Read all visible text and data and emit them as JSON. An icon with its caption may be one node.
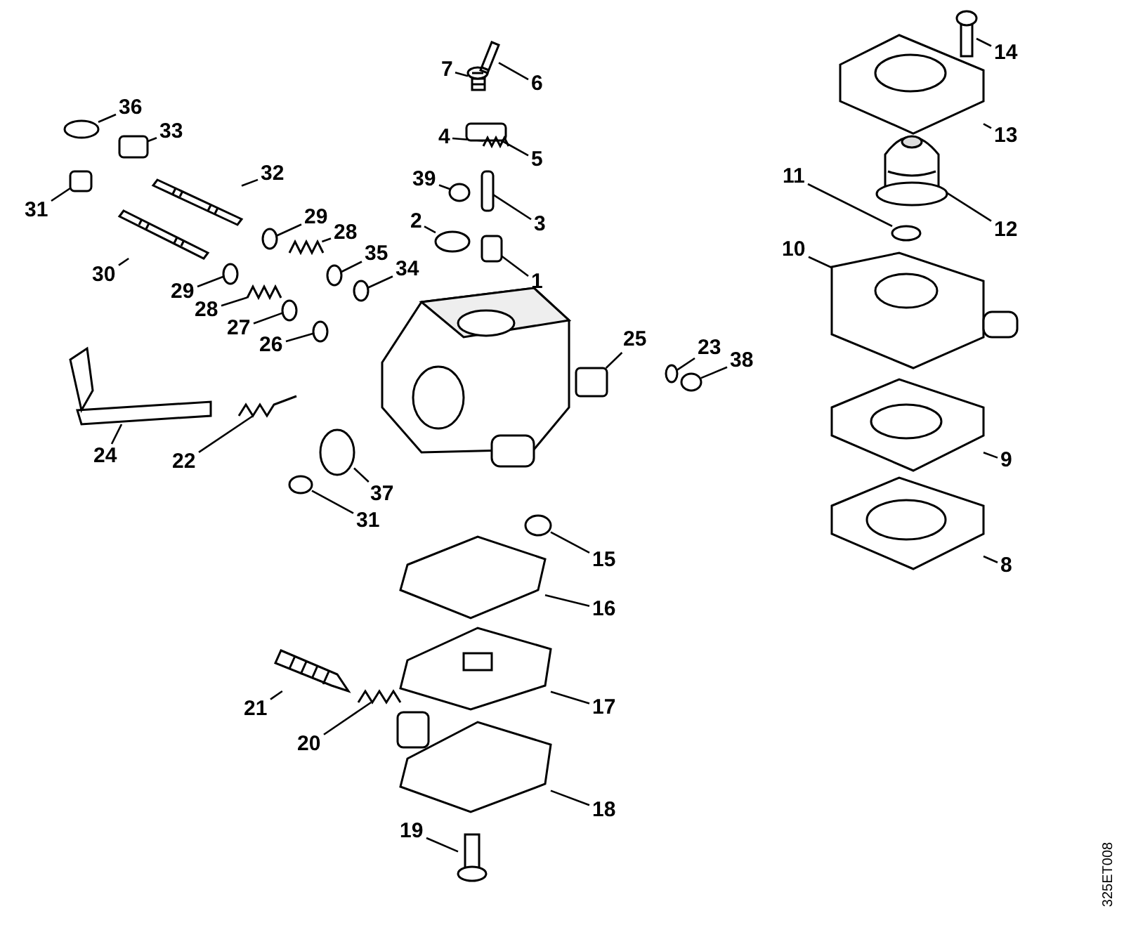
{
  "diagram": {
    "nodes": [
      {
        "text": [
          "7"
        ]
      },
      {
        "text": [
          "6"
        ]
      },
      {
        "text": [
          "5"
        ]
      },
      {
        "text": [
          "4"
        ]
      },
      {
        "text": [
          "39"
        ]
      },
      {
        "text": [
          "3"
        ]
      },
      {
        "text": [
          "2"
        ]
      },
      {
        "text": [
          "1"
        ]
      },
      {
        "text": [
          "36"
        ]
      },
      {
        "text": [
          "33"
        ]
      },
      {
        "text": [
          "32"
        ]
      },
      {
        "text": [
          "31"
        ]
      },
      {
        "text": [
          "30"
        ]
      },
      {
        "text": [
          "29"
        ]
      },
      {
        "text": [
          "28"
        ]
      },
      {
        "text": [
          "35"
        ]
      },
      {
        "text": [
          "34"
        ]
      },
      {
        "text": [
          "29"
        ]
      },
      {
        "text": [
          "28"
        ]
      },
      {
        "text": [
          "27"
        ]
      },
      {
        "text": [
          "26"
        ]
      },
      {
        "text": [
          "24"
        ]
      },
      {
        "text": [
          "22"
        ]
      },
      {
        "text": [
          "37"
        ]
      },
      {
        "text": [
          "31"
        ]
      },
      {
        "text": [
          "25"
        ]
      },
      {
        "text": [
          "23"
        ]
      },
      {
        "text": [
          "38"
        ]
      },
      {
        "text": [
          "15"
        ]
      },
      {
        "text": [
          "16"
        ]
      },
      {
        "text": [
          "17"
        ]
      },
      {
        "text": [
          "18"
        ]
      },
      {
        "text": [
          "19"
        ]
      },
      {
        "text": [
          "21"
        ]
      },
      {
        "text": [
          "20"
        ]
      },
      {
        "text": [
          "14"
        ]
      },
      {
        "text": [
          "13"
        ]
      },
      {
        "text": [
          "12"
        ]
      },
      {
        "text": [
          "11"
        ]
      },
      {
        "text": [
          "10"
        ]
      },
      {
        "text": [
          "9"
        ]
      },
      {
        "text": [
          "8"
        ]
      },
      {
        "text": [],
        "shape": "picture"
      },
      {
        "text": [],
        "shape": "picture"
      },
      {
        "text": [],
        "shape": "box"
      },
      {
        "text": [],
        "shape": "picture"
      },
      {
        "text": [],
        "shape": "circle"
      },
      {
        "text": [],
        "shape": "box"
      },
      {
        "text": [],
        "shape": "circle"
      },
      {
        "text": [],
        "shape": "box"
      },
      {
        "text": [],
        "shape": "circle"
      },
      {
        "text": [],
        "shape": "box"
      },
      {
        "text": [],
        "shape": "picture"
      },
      {
        "text": [],
        "shape": "box"
      },
      {
        "text": [],
        "shape": "picture"
      },
      {
        "text": [],
        "shape": "circle"
      },
      {
        "text": [],
        "shape": "picture"
      },
      {
        "text": [],
        "shape": "circle"
      },
      {
        "text": [],
        "shape": "circle"
      },
      {
        "text": [],
        "shape": "circle"
      },
      {
        "text": [],
        "shape": "picture"
      },
      {
        "text": [],
        "shape": "circle"
      },
      {
        "text": [],
        "shape": "circle"
      },
      {
        "text": [],
        "shape": "picture"
      },
      {
        "text": [],
        "shape": "picture"
      },
      {
        "text": [],
        "shape": "circle"
      },
      {
        "text": [],
        "shape": "circle"
      },
      {
        "text": [],
        "shape": "box"
      },
      {
        "text": [],
        "shape": "circle"
      },
      {
        "text": [],
        "shape": "circle"
      },
      {
        "text": [],
        "shape": "circle"
      },
      {
        "text": [],
        "shape": "picture"
      },
      {
        "text": [],
        "shape": "picture"
      },
      {
        "text": [],
        "shape": "picture"
      },
      {
        "text": [],
        "shape": "picture"
      },
      {
        "text": [],
        "shape": "picture"
      },
      {
        "text": [],
        "shape": "picture"
      },
      {
        "text": [],
        "shape": "picture"
      },
      {
        "text": [],
        "shape": "picture"
      },
      {
        "text": [],
        "shape": "picture"
      },
      {
        "text": [],
        "shape": "circle"
      },
      {
        "text": [],
        "shape": "picture"
      },
      {
        "text": [],
        "shape": "picture"
      },
      {
        "text": [],
        "shape": "picture"
      }
    ],
    "edges": [
      {
        "from": 0,
        "to": 42,
        "arrow": "none"
      },
      {
        "from": 1,
        "to": 43,
        "arrow": "none"
      },
      {
        "from": 2,
        "to": 44,
        "arrow": "none"
      },
      {
        "from": 3,
        "to": 45,
        "arrow": "none"
      },
      {
        "from": 4,
        "to": 46,
        "arrow": "none"
      },
      {
        "from": 5,
        "to": 47,
        "arrow": "none"
      },
      {
        "from": 6,
        "to": 48,
        "arrow": "none"
      },
      {
        "from": 7,
        "to": 49,
        "arrow": "none"
      },
      {
        "from": 8,
        "to": 50,
        "arrow": "none"
      },
      {
        "from": 9,
        "to": 51,
        "arrow": "none"
      },
      {
        "from": 10,
        "to": 52,
        "arrow": "none"
      },
      {
        "from": 11,
        "to": 53,
        "arrow": "none"
      },
      {
        "from": 12,
        "to": 54,
        "arrow": "none"
      },
      {
        "from": 13,
        "to": 55,
        "arrow": "none"
      },
      {
        "from": 14,
        "to": 56,
        "arrow": "none"
      },
      {
        "from": 15,
        "to": 57,
        "arrow": "none"
      },
      {
        "from": 16,
        "to": 58,
        "arrow": "none"
      },
      {
        "from": 17,
        "to": 59,
        "arrow": "none"
      },
      {
        "from": 18,
        "to": 60,
        "arrow": "none"
      },
      {
        "from": 19,
        "to": 61,
        "arrow": "none"
      },
      {
        "from": 20,
        "to": 62,
        "arrow": "none"
      },
      {
        "from": 21,
        "to": 63,
        "arrow": "none"
      },
      {
        "from": 22,
        "to": 64,
        "arrow": "none"
      },
      {
        "from": 23,
        "to": 65,
        "arrow": "none"
      },
      {
        "from": 24,
        "to": 66,
        "arrow": "none"
      },
      {
        "from": 25,
        "to": 67,
        "arrow": "none"
      },
      {
        "from": 26,
        "to": 68,
        "arrow": "none"
      },
      {
        "from": 27,
        "to": 69,
        "arrow": "none"
      },
      {
        "from": 28,
        "to": 70,
        "arrow": "none"
      },
      {
        "from": 29,
        "to": 71,
        "arrow": "none"
      },
      {
        "from": 30,
        "to": 72,
        "arrow": "none"
      },
      {
        "from": 31,
        "to": 73,
        "arrow": "none"
      },
      {
        "from": 32,
        "to": 74,
        "arrow": "none"
      },
      {
        "from": 33,
        "to": 75,
        "arrow": "none"
      },
      {
        "from": 34,
        "to": 76,
        "arrow": "none"
      },
      {
        "from": 35,
        "to": 77,
        "arrow": "none"
      },
      {
        "from": 36,
        "to": 78,
        "arrow": "none"
      },
      {
        "from": 37,
        "to": 79,
        "arrow": "none"
      },
      {
        "from": 38,
        "to": 80,
        "arrow": "none"
      },
      {
        "from": 39,
        "to": 81,
        "arrow": "none"
      },
      {
        "from": 40,
        "to": 82,
        "arrow": "none"
      },
      {
        "from": 41,
        "to": 83,
        "arrow": "none"
      }
    ],
    "labels": [
      "325ET008"
    ]
  }
}
